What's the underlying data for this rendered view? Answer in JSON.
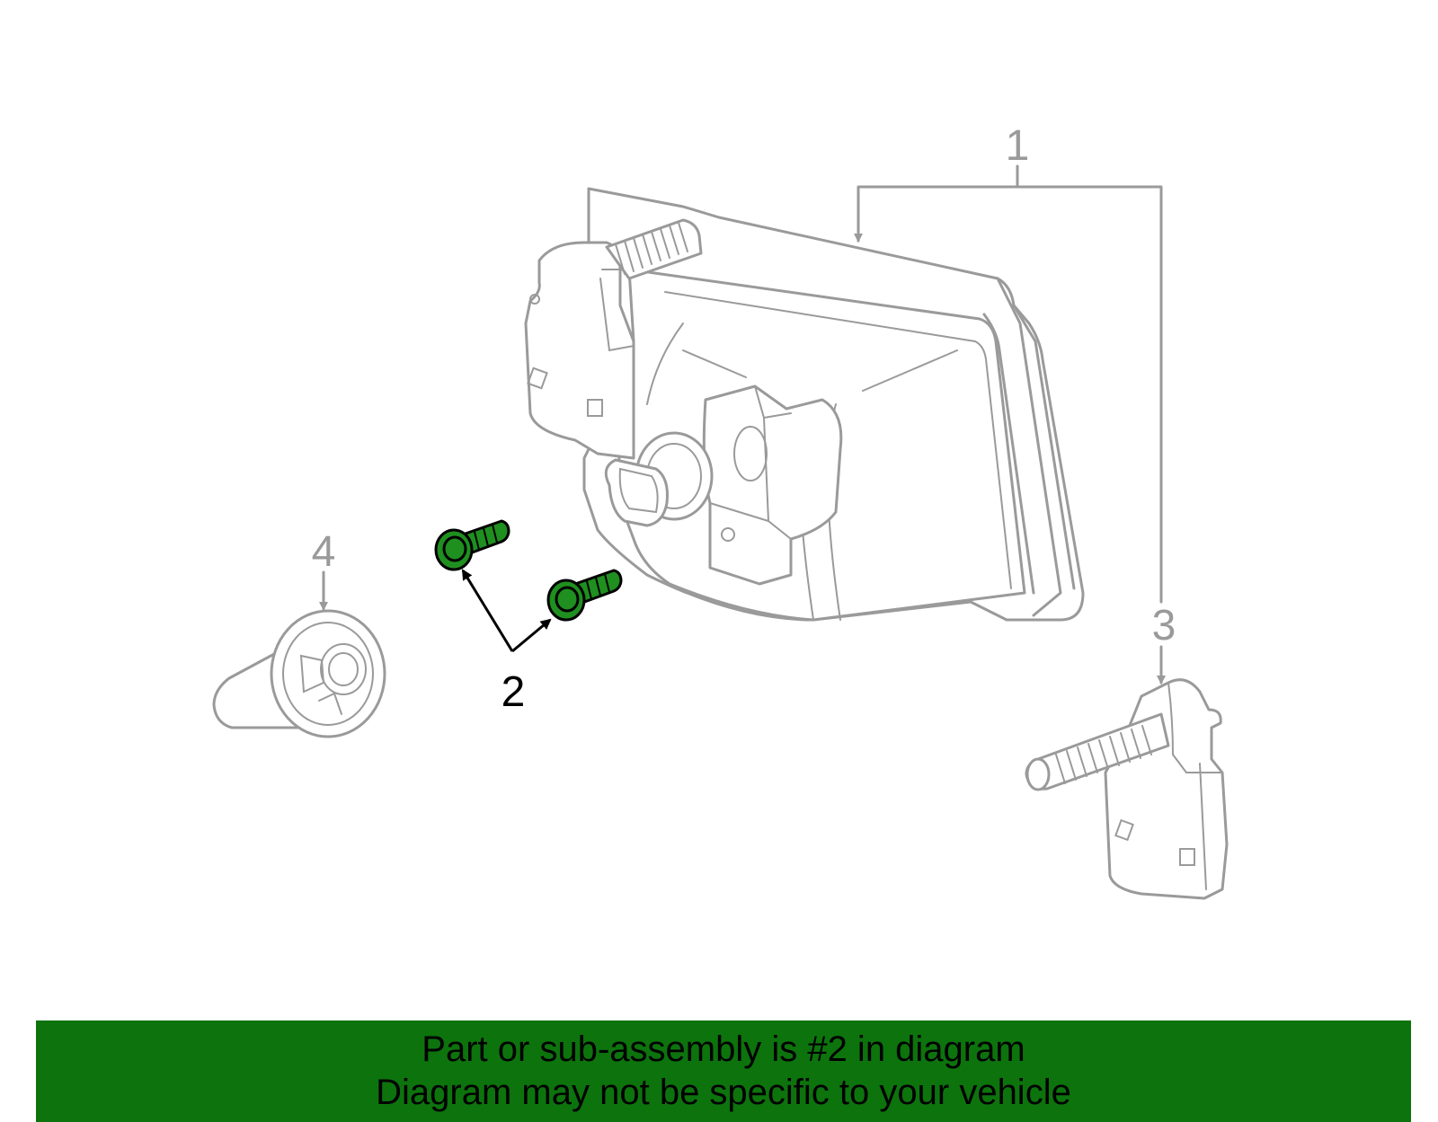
{
  "callouts": {
    "c1": "1",
    "c2": "2",
    "c3": "3",
    "c4": "4"
  },
  "banner": {
    "line1": "Part or sub-assembly is #2 in diagram",
    "line2": "Diagram may not be specific to your vehicle"
  },
  "colors": {
    "highlight_part": "#1f8f1f",
    "banner_background": "#0d730d",
    "line_art": "#9a9a9a"
  }
}
